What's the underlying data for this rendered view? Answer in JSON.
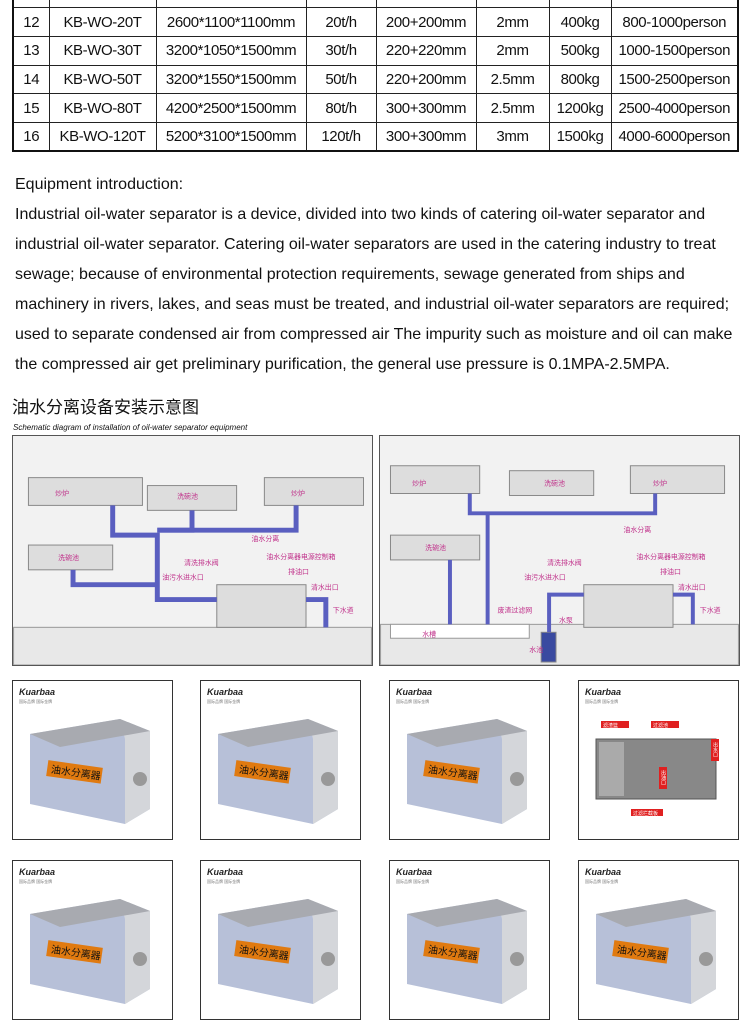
{
  "table": {
    "rows": [
      [
        "",
        "",
        "",
        "",
        "",
        "",
        "",
        ""
      ],
      [
        "12",
        "KB-WO-20T",
        "2600*1100*1100mm",
        "20t/h",
        "200+200mm",
        "2mm",
        "400kg",
        "800-1000person"
      ],
      [
        "13",
        "KB-WO-30T",
        "3200*1050*1500mm",
        "30t/h",
        "220+220mm",
        "2mm",
        "500kg",
        "1000-1500person"
      ],
      [
        "14",
        "KB-WO-50T",
        "3200*1550*1500mm",
        "50t/h",
        "220+200mm",
        "2.5mm",
        "800kg",
        "1500-2500person"
      ],
      [
        "15",
        "KB-WO-80T",
        "4200*2500*1500mm",
        "80t/h",
        "300+300mm",
        "2.5mm",
        "1200kg",
        "2500-4000person"
      ],
      [
        "16",
        "KB-WO-120T",
        "5200*3100*1500mm",
        "120t/h",
        "300+300mm",
        "3mm",
        "1500kg",
        "4000-6000person"
      ]
    ]
  },
  "intro": {
    "heading": "Equipment introduction:",
    "body": "Industrial oil-water separator is a device, divided into two kinds of catering oil-water separator and industrial oil-water separator. Catering oil-water separators are used in the catering industry to treat sewage; because of environmental protection requirements, sewage generated from ships and machinery in rivers, lakes, and seas must be treated, and industrial oil-water separators are required; used to separate condensed air from compressed air The impurity such as moisture and oil can make the compressed air get preliminary purification, the general use pressure is 0.1MPA-2.5MPA."
  },
  "diagram": {
    "title": "油水分离设备安装示意图",
    "subtitle": "Schematic diagram of installation of oil-water separator equipment",
    "labels": {
      "stove": "炒炉",
      "sink": "洗碗池",
      "separator": "油水分离",
      "valve": "清洗排水阀",
      "control": "油水分离器电源控制箱",
      "inlet": "油污水进水口",
      "oil_out": "排油口",
      "water_out": "清水出口",
      "sewer": "下水道",
      "trough": "水槽",
      "filter": "废渣过滤网",
      "pump": "水泵",
      "pool": "水池"
    }
  },
  "products": {
    "brand": "Kuarbaa",
    "brand_sub": "国际品牌 国际金牌",
    "plate": "油水分离器",
    "cards": [
      {
        "type": "box"
      },
      {
        "type": "box"
      },
      {
        "type": "box"
      },
      {
        "type": "inside"
      },
      {
        "type": "box"
      },
      {
        "type": "box"
      },
      {
        "type": "box"
      },
      {
        "type": "box"
      }
    ],
    "inside_labels": {
      "a": "滤渣篮",
      "b": "过滤池",
      "c": "出水口",
      "d": "出油口",
      "e": "过滤拦截板"
    }
  },
  "colors": {
    "pipe": "#5a5fc0",
    "label": "#c0308a"
  }
}
